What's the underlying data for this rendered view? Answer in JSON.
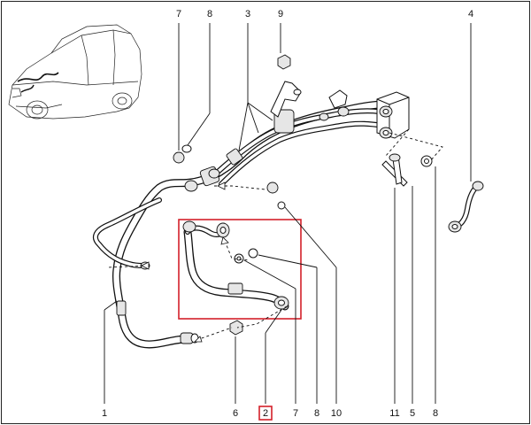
{
  "callouts": {
    "top": [
      {
        "label": "7"
      },
      {
        "label": "8"
      },
      {
        "label": "3"
      },
      {
        "label": "9"
      },
      {
        "label": "4"
      }
    ],
    "bottom": [
      {
        "label": "1"
      },
      {
        "label": "6"
      },
      {
        "label": "2",
        "highlighted": true
      },
      {
        "label": "7"
      },
      {
        "label": "8"
      },
      {
        "label": "10"
      },
      {
        "label": "11"
      },
      {
        "label": "5"
      },
      {
        "label": "8"
      }
    ]
  },
  "colors": {
    "line": "#111111",
    "highlight": "#d4202a",
    "background": "#ffffff"
  }
}
